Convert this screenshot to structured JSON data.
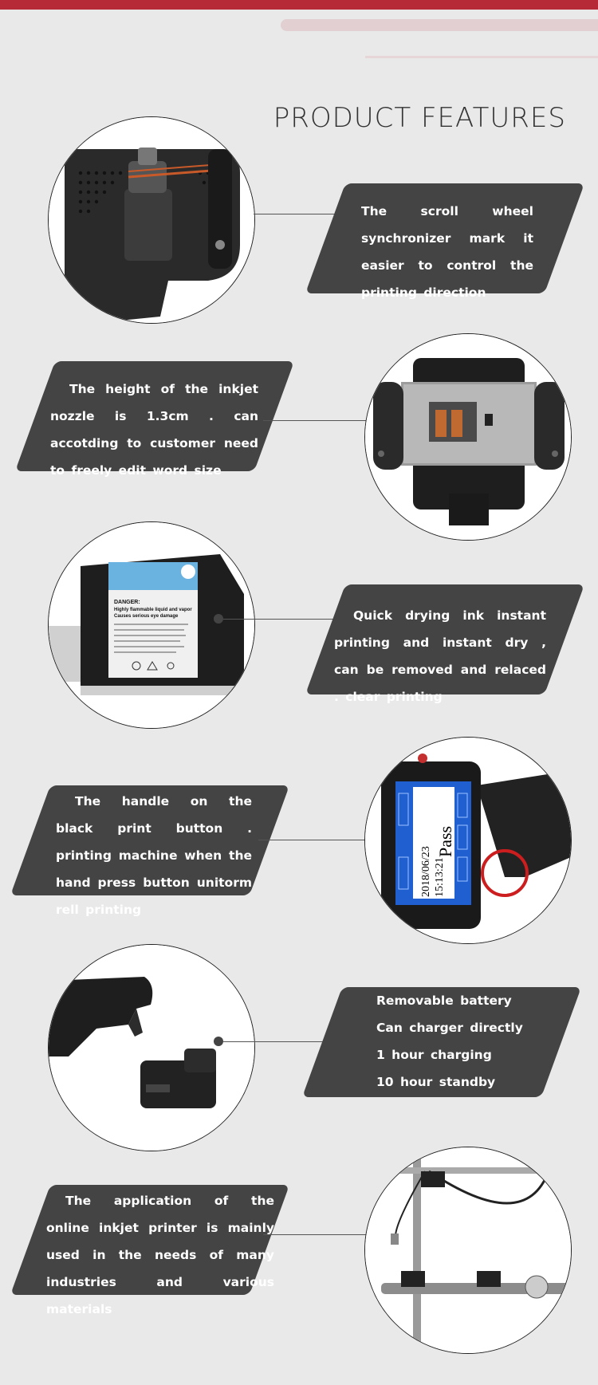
{
  "page": {
    "title": "PRODUCT FEATURES"
  },
  "features": [
    {
      "image_icon": "scroll-wheel-photo",
      "text": "The scroll wheel synchronizer mark it easier to control the printing direction"
    },
    {
      "image_icon": "nozzle-photo",
      "text": "The height of the inkjet nozzle is 1.3cm . can accotding to customer need to freely edit word size"
    },
    {
      "image_icon": "ink-cartridge-photo",
      "text": "Quick drying ink instant printing and instant dry , can be removed and relaced . clear printing",
      "cartridge_label": {
        "warning_title": "DANGER:",
        "warning_line1": "Highly flammable liquid and vapor",
        "warning_line2": "Causes serious eye damage"
      }
    },
    {
      "image_icon": "printer-screen-photo",
      "text": "The handle on the black print button . printing machine when the hand press button unitorm rell printing",
      "screen": {
        "date": "2018/06/23",
        "time": "15:13:21",
        "message": "Pass"
      }
    },
    {
      "image_icon": "battery-photo",
      "lines": [
        "Removable battery",
        "Can charger directly",
        "1 hour charging",
        "10 hour standby"
      ]
    },
    {
      "image_icon": "online-mount-photo",
      "text": "The application of the online inkjet printer is mainly used in the needs of many industries and various materials"
    }
  ],
  "colors": {
    "background": "#e9e9e9",
    "accent": "#b52a36",
    "panel": "#444444",
    "text": "#ffffff"
  }
}
